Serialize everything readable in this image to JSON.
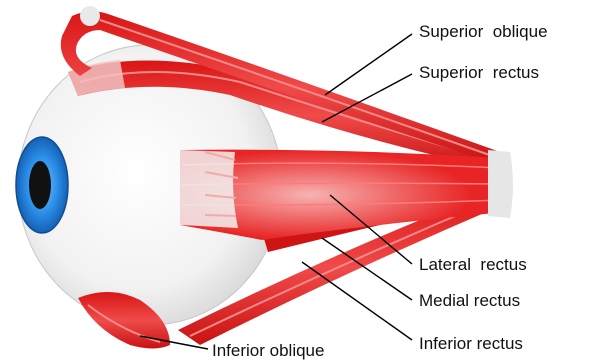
{
  "labels": {
    "superior_oblique": "Superior  oblique",
    "superior_rectus": "Superior  rectus",
    "lateral_rectus": "Lateral  rectus",
    "medial_rectus": "Medial rectus",
    "inferior_rectus": "Inferior rectus",
    "inferior_oblique": "Inferior oblique"
  },
  "colors": {
    "muscle": "#e31b1b",
    "muscle_light": "#f5a3a3",
    "muscle_dark": "#b80f0f",
    "tendon": "#e8e8e8",
    "eyeball": "#f7f7f7",
    "iris": "#2a8ee8",
    "pupil": "#111111"
  }
}
